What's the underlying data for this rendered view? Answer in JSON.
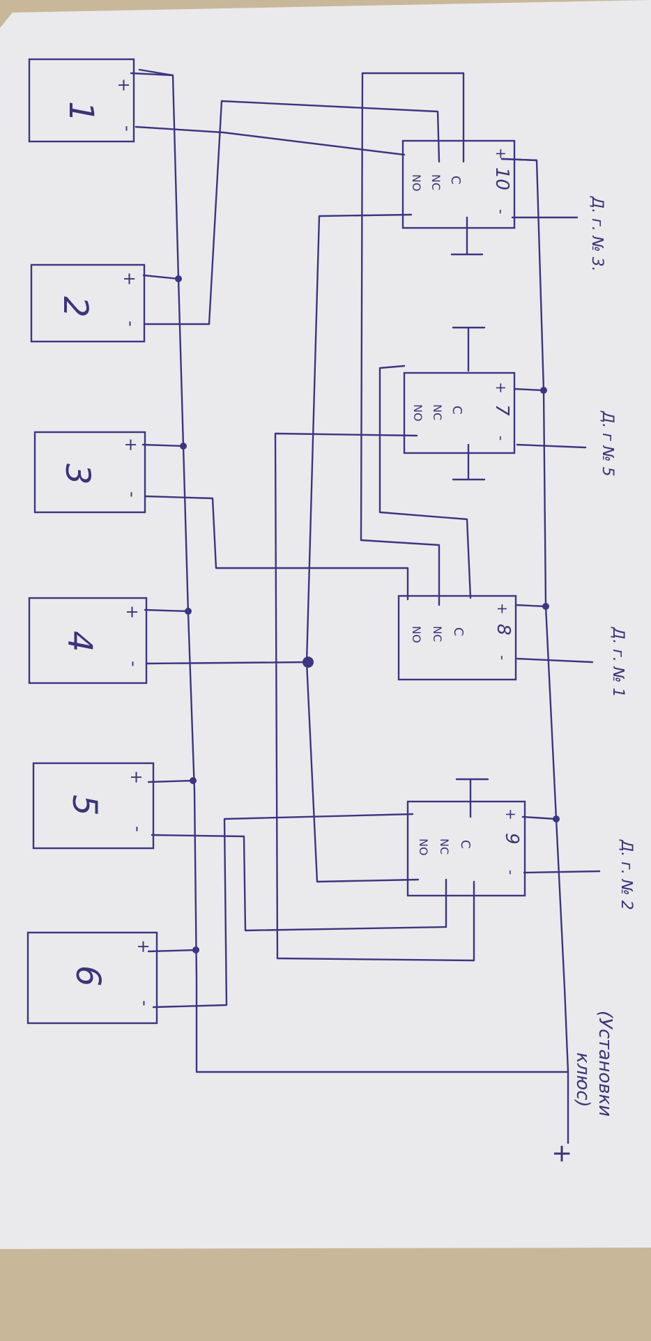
{
  "colors": {
    "ink": "#3b3582",
    "paper": "#eaeaec",
    "fabric": "#c9b79a"
  },
  "blocks": [
    {
      "number": "1",
      "plus": "+",
      "minus": "-"
    },
    {
      "number": "2",
      "plus": "+",
      "minus": "-"
    },
    {
      "number": "3",
      "plus": "+",
      "minus": "-"
    },
    {
      "number": "4",
      "plus": "+",
      "minus": "-"
    },
    {
      "number": "5",
      "plus": "+",
      "minus": "-"
    },
    {
      "number": "6",
      "plus": "+",
      "minus": "-"
    }
  ],
  "relays": [
    {
      "number": "10",
      "plus": "+",
      "minus": "-",
      "c": "C",
      "nc": "NC",
      "no": "NO",
      "sensor": "Д. г. № 3."
    },
    {
      "number": "7",
      "plus": "+",
      "minus": "-",
      "c": "C",
      "nc": "NC",
      "no": "NO",
      "sensor": "Д. г № 5"
    },
    {
      "number": "8",
      "plus": "+",
      "minus": "-",
      "c": "C",
      "nc": "NC",
      "no": "NO",
      "sensor": "Д. г. № 1"
    },
    {
      "number": "9",
      "plus": "+",
      "minus": "-",
      "c": "C",
      "nc": "NC",
      "no": "NO",
      "sensor": "Д. г. № 2"
    }
  ],
  "power": {
    "label_line1": "(Установки",
    "label_line2": "клюс)",
    "plus": "+"
  }
}
